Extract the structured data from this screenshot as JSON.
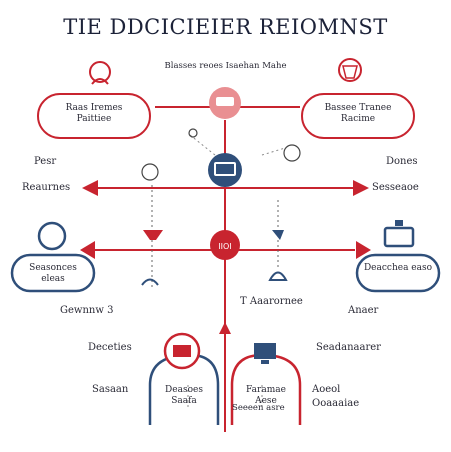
{
  "title": "TIE DDCICIEIER REIOMNST",
  "subtitle": "Blasses reoes Isaehan Mahe",
  "boxes": {
    "top_left": "Raas Iremes Paittiee",
    "top_right": "Bassee Tranee Racime",
    "mid_left": "Seasonces eleas",
    "mid_right": "Deacchea easo",
    "bottom_left": "Deasoes Saafa",
    "bottom_right": "Faramae Aese"
  },
  "labels": {
    "left_upper": "Pesr",
    "left_upper2": "Reaurnes",
    "right_upper": "Dones",
    "right_upper2": "Sesseaoe",
    "left_mid": "Gewnnw 3",
    "center_mid": "T Aaarornee",
    "right_mid": "Anaer",
    "left_low": "Deceties",
    "right_low": "Seadanaarer",
    "left_bottom": "Sasaan",
    "right_bottom_a": "Aoeol",
    "right_bottom_b": "Ooaaaiae",
    "center_bottom": "Seeeen asre"
  },
  "colors": {
    "red": "#c8242f",
    "navy": "#2f4f7a",
    "pink": "#e98f92",
    "text": "#2a2a36"
  },
  "icons": [
    "person-icon",
    "shield-icon",
    "laptop-icon",
    "document-icon",
    "monitor-icon"
  ]
}
